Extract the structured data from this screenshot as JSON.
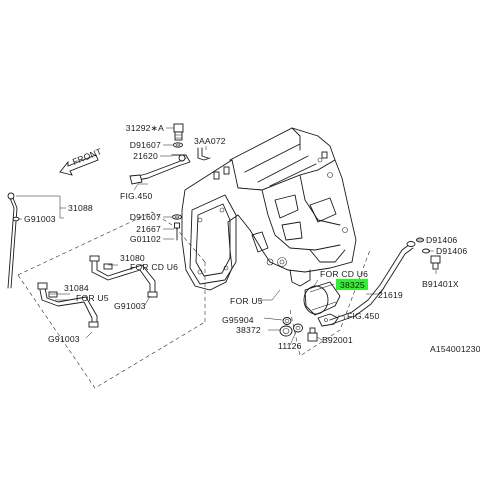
{
  "labels": {
    "p31292a": "31292∗A",
    "p3aa072": "3AA072",
    "p91607_top": "D91607",
    "p21620": "21620",
    "fig450_top": "FIG.450",
    "front": "FRONT",
    "p31088": "31088",
    "g91003_left": "G91003",
    "p91607_mid": "D91607",
    "p21667": "21667",
    "g01102": "G01102",
    "p31080": "31080",
    "for_cd_u6_left": "FOR CD U6",
    "p31084": "31084",
    "for_u5_left": "FOR U5",
    "g91003_mid": "G91003",
    "g91003_bottom": "G91003",
    "d91406_a": "D91406",
    "d91406_b": "D91406",
    "b91401x": "B91401X",
    "for_cd_u6_right": "FOR CD U6",
    "p38325": "38325",
    "p21619": "21619",
    "for_u5_right": "FOR U5",
    "g95904": "G95904",
    "fig450_right": "FIG.450",
    "p38372": "38372",
    "p11126": "11126",
    "b92001": "B92001",
    "diagram_code": "A154001230"
  },
  "colors": {
    "highlight": "#33ee33",
    "line": "#1a1a1a",
    "background": "#ffffff"
  }
}
